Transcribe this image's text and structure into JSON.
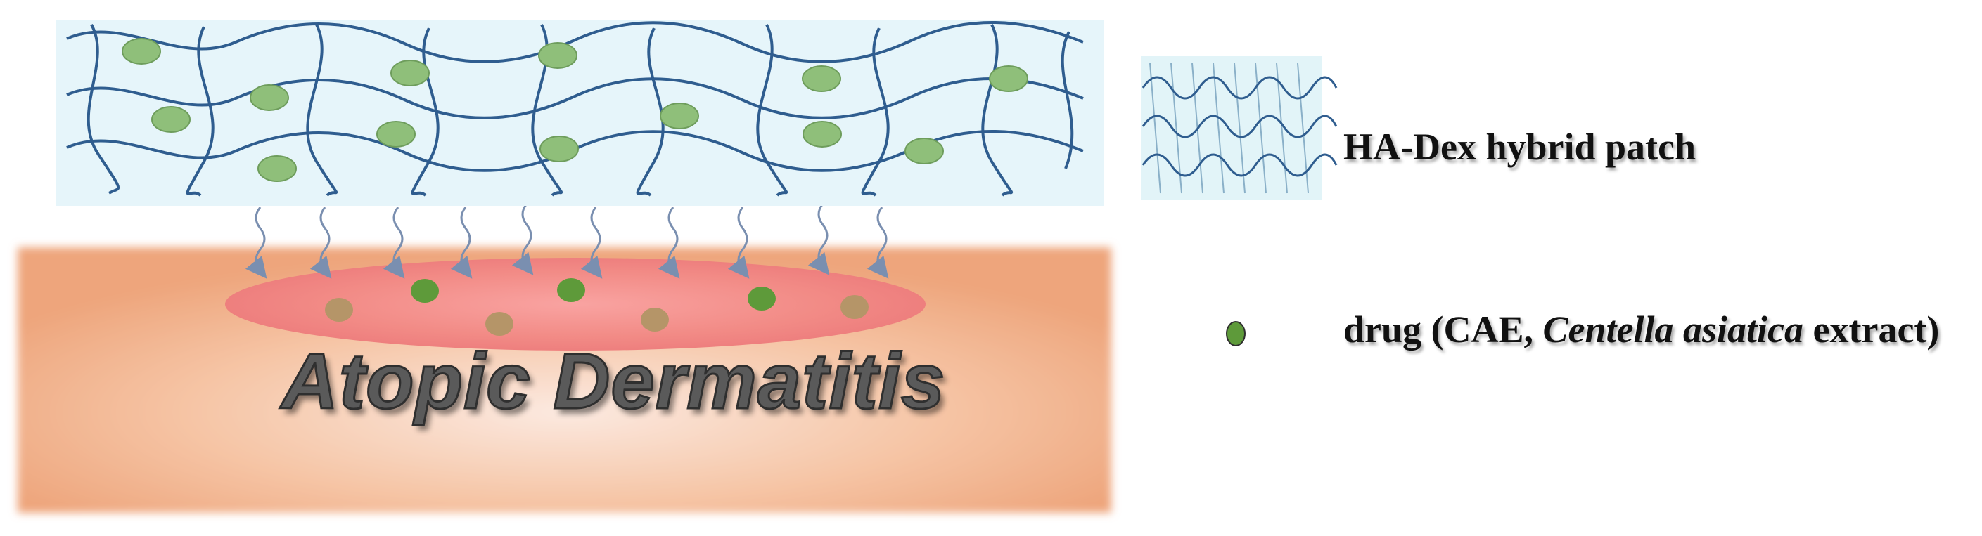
{
  "diagram": {
    "disease_label": "Atopic Dermatitis",
    "legend": {
      "patch_label": "HA-Dex hybrid patch",
      "drug_label_prefix": "drug (CAE, ",
      "drug_label_italic": "Centella asiatica",
      "drug_label_suffix": " extract)"
    },
    "colors": {
      "patch_background": "#e6f5fa",
      "polymer_strand": "#2f5d8f",
      "drug_particle": "#8fbf7a",
      "drug_particle_dark": "#5e9a3a",
      "skin": "#f0a77c",
      "lesion": "#f07f7f",
      "release_arrow": "#7a8fb0"
    },
    "icons": {
      "patch": "mesh-patch-icon",
      "drug": "drug-particle-icon",
      "release": "wavy-down-arrow-icon"
    }
  }
}
